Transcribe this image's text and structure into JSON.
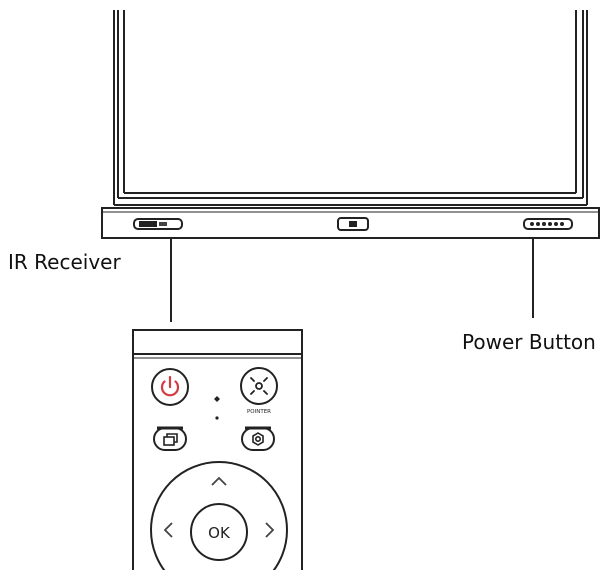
{
  "labels": {
    "ir_receiver": "IR Receiver",
    "power_button": "Power Button"
  },
  "remote": {
    "ok_label": "OK",
    "pointer_label": "POINTER",
    "power_color": "#d23a44"
  },
  "icons": [
    "power-icon",
    "pointer-icon",
    "window-icon",
    "settings-icon",
    "arrow-up-icon",
    "arrow-left-icon",
    "arrow-right-icon"
  ]
}
